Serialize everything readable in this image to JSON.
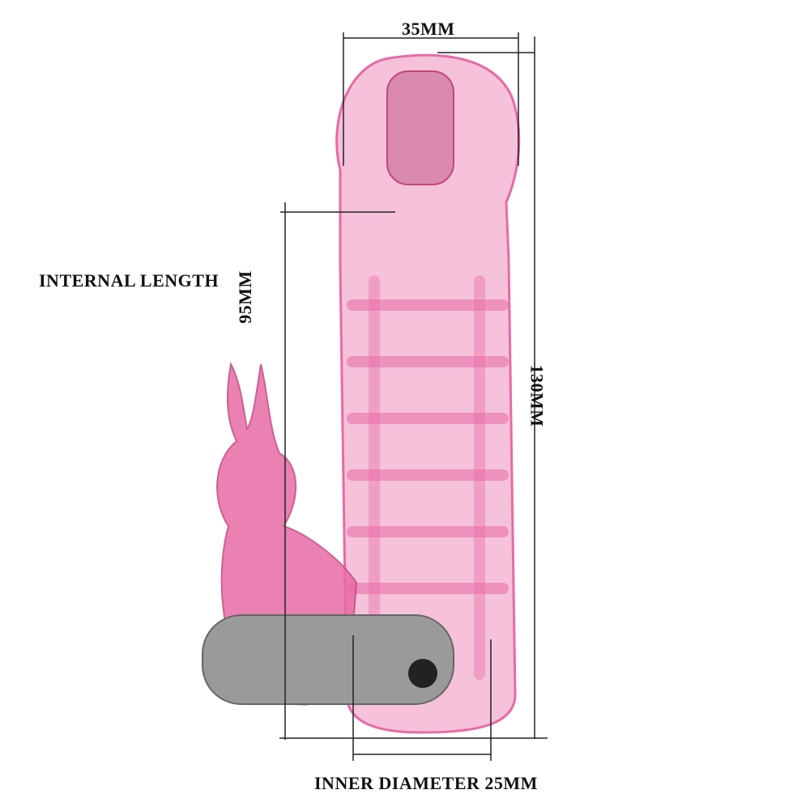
{
  "labels": {
    "top_width": "35MM",
    "internal_length_caption": "INTERNAL LENGTH",
    "internal_length_value": "95MM",
    "total_length_value": "130MM",
    "inner_diameter_caption": "INNER DIAMETER  25MM"
  },
  "colors": {
    "background": "#ffffff",
    "text": "#111111",
    "dimension_line": "#222222",
    "product_pink": "#e86aa6",
    "product_light_pink": "#f5c2d9",
    "bullet_silver": "#9a9a9a"
  }
}
